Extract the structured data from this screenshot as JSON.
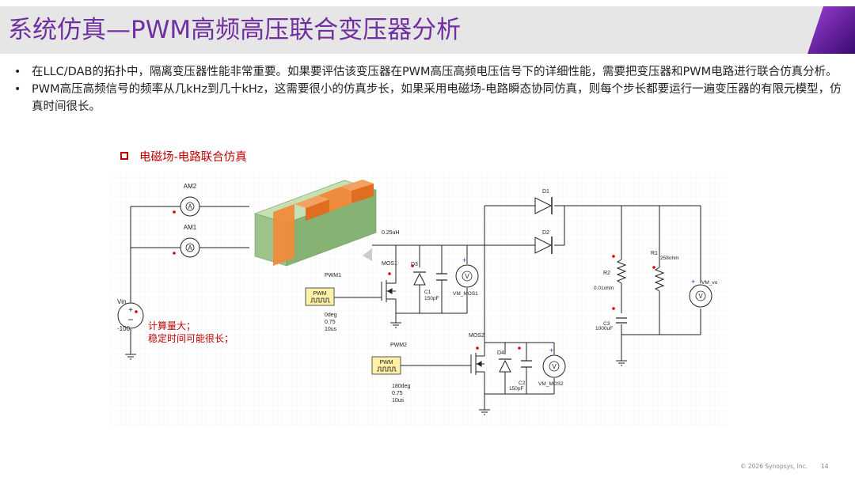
{
  "header": {
    "title": "系统仿真—PWM高频高压联合变压器分析"
  },
  "bullets": [
    "在LLC/DAB的拓扑中，隔离变压器性能非常重要。如果要评估该变压器在PWM高压高频电压信号下的详细性能，需要把变压器和PWM电路进行联合仿真分析。",
    "PWM高压高频信号的频率从几kHz到几十kHz，这需要很小的仿真步长，如果采用电磁场-电路瞬态协同仿真，则每个步长都要运行一遍变压器的有限元模型，仿真时间很长。"
  ],
  "legend": {
    "label": "电磁场-电路联合仿真"
  },
  "schematic": {
    "am2": "AM2",
    "am1": "AM1",
    "vin": "Vin",
    "vin_value": "-100",
    "inductance": "0.25uH",
    "pwm1": "PWM1",
    "pwm1_block": "PWM",
    "pwm1_params": [
      "0deg",
      "0.75",
      "10us"
    ],
    "mos1": "MOS1",
    "d3": "D3",
    "c1": "C1",
    "c1_value": "150pF",
    "vm_mos1": "VM_MOS1",
    "pwm2": "PWM2",
    "pwm2_block": "PWM",
    "pwm2_params": [
      "180deg",
      "0.75",
      "10us"
    ],
    "mos2": "MOS2",
    "d4": "D4",
    "c2": "C2",
    "c2_value": "150pF",
    "vm_mos2": "VM_MOS2",
    "d1": "D1",
    "d2": "D2",
    "r2": "R2",
    "r2_value": "0.01ohm",
    "c3": "C3",
    "c3_value": "1000uF",
    "r1": "R1",
    "r1_value": "258ohm",
    "vm_vo": "VM_vo",
    "v_symbol": "V",
    "a_symbol": "A",
    "note_line1": "计算量大；",
    "note_line2": "稳定时间可能很长；"
  },
  "footer": {
    "copyright": "© 2026 Synopsys, Inc.",
    "page": "14"
  },
  "colors": {
    "title": "#7030a0",
    "accent_red": "#c00000",
    "pwm_block": "#fff2a8",
    "core_green": "#9cc48a",
    "winding_orange": "#f08a3c"
  }
}
